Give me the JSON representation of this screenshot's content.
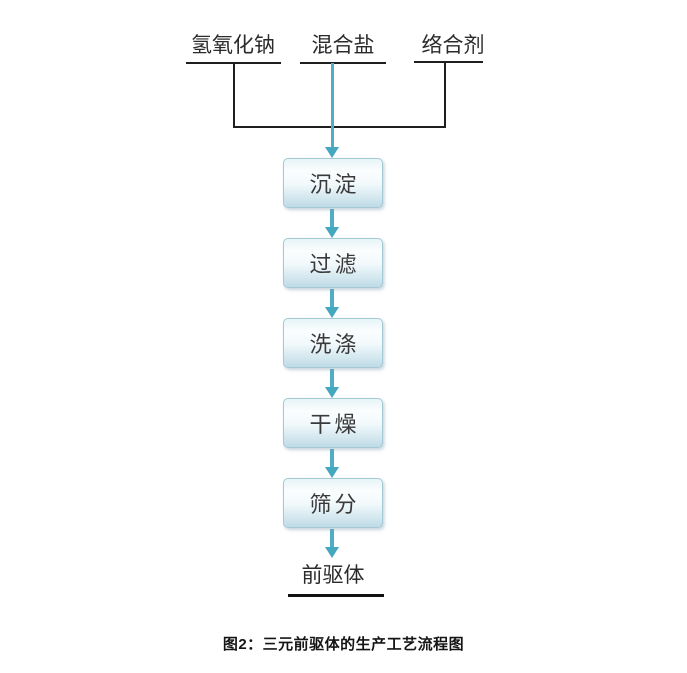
{
  "figure": {
    "caption": "图2：三元前驱体的生产工艺流程图",
    "inputs": [
      "氢氧化钠",
      "混合盐",
      "络合剂"
    ],
    "steps": [
      "沉淀",
      "过滤",
      "洗涤",
      "干燥",
      "筛分"
    ],
    "output": "前驱体",
    "colors": {
      "arrow": "#4fadc4",
      "connector_line": "#1f1f1f",
      "box_border": "#a5c8d5",
      "box_gradient_top": "#e6f4f8",
      "box_gradient_bottom": "#bedbe6",
      "box_text": "#3a3a3a",
      "caption_text": "#151515"
    }
  }
}
